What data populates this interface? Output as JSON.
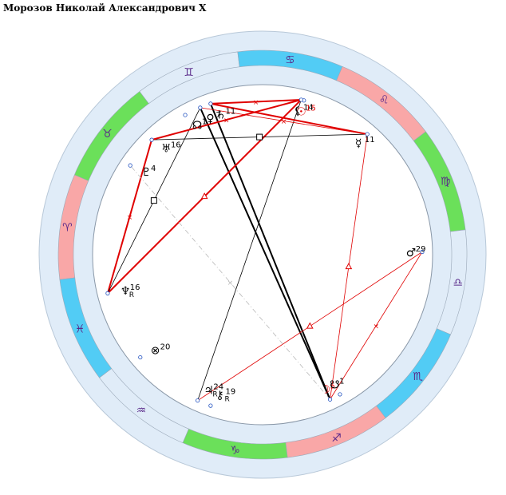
{
  "title": "Морозов Николай Александрович X",
  "colors": {
    "fire": "#f9a7a7",
    "earth": "#6be05a",
    "air": "#ffffff",
    "water": "#52ccf5",
    "ring": "#e0ecf8",
    "sign_glyph": "#5a2a8a",
    "red_aspect": "#e00000",
    "black_aspect": "#000000",
    "gray_aspect": "#b8b8b8",
    "sun_moon": "#e00000"
  },
  "signs": [
    {
      "name": "Aries",
      "glyph": "♈",
      "element": "fire"
    },
    {
      "name": "Taurus",
      "glyph": "♉",
      "element": "earth"
    },
    {
      "name": "Gemini",
      "glyph": "♊",
      "element": "air"
    },
    {
      "name": "Cancer",
      "glyph": "♋",
      "element": "water"
    },
    {
      "name": "Leo",
      "glyph": "♌",
      "element": "fire"
    },
    {
      "name": "Virgo",
      "glyph": "♍",
      "element": "earth"
    },
    {
      "name": "Libra",
      "glyph": "♎",
      "element": "air"
    },
    {
      "name": "Scorpio",
      "glyph": "♏",
      "element": "water"
    },
    {
      "name": "Sagittarius",
      "glyph": "♐",
      "element": "fire"
    },
    {
      "name": "Capricorn",
      "glyph": "♑",
      "element": "earth"
    },
    {
      "name": "Aquarius",
      "glyph": "♒",
      "element": "air"
    },
    {
      "name": "Pisces",
      "glyph": "♓",
      "element": "water"
    }
  ],
  "planets": [
    {
      "id": "sun",
      "glyph": "☉",
      "degree": "15",
      "retro": "",
      "color": "sun_moon",
      "lon": 105
    },
    {
      "id": "moon",
      "glyph": "☽",
      "degree": "5",
      "retro": "",
      "color": "sun_moon",
      "lon": 245
    },
    {
      "id": "mercury",
      "glyph": "☿",
      "degree": "11",
      "retro": "",
      "color": "black_aspect",
      "lon": 131
    },
    {
      "id": "venus",
      "glyph": "♀",
      "degree": "7",
      "retro": "",
      "color": "black_aspect",
      "lon": 67
    },
    {
      "id": "mars",
      "glyph": "♂",
      "degree": "29",
      "retro": "",
      "color": "black_aspect",
      "lon": 179
    },
    {
      "id": "jupiter",
      "glyph": "♃",
      "degree": "24",
      "retro": "R",
      "color": "black_aspect",
      "lon": 294
    },
    {
      "id": "saturn",
      "glyph": "♄",
      "degree": "11",
      "retro": "",
      "color": "black_aspect",
      "lon": 71
    },
    {
      "id": "uranus",
      "glyph": "♅",
      "degree": "16",
      "retro": "",
      "color": "black_aspect",
      "lon": 46
    },
    {
      "id": "neptune",
      "glyph": "♆",
      "degree": "16",
      "retro": "R",
      "color": "black_aspect",
      "lon": 346
    },
    {
      "id": "pluto",
      "glyph": "♇",
      "degree": "4",
      "retro": "",
      "color": "black_aspect",
      "lon": 34
    },
    {
      "id": "north_node",
      "glyph": "☊",
      "degree": "1",
      "retro": "",
      "color": "black_aspect",
      "lon": 61
    },
    {
      "id": "south_node",
      "glyph": "☋",
      "degree": "1",
      "retro": "",
      "color": "black_aspect",
      "lon": 241
    },
    {
      "id": "chiron",
      "glyph": "⚷",
      "degree": "19",
      "retro": "R",
      "color": "black_aspect",
      "lon": 289
    },
    {
      "id": "lilith",
      "glyph": "⚸",
      "degree": "14",
      "retro": "",
      "color": "black_aspect",
      "lon": 104
    },
    {
      "id": "fortune",
      "glyph": "⊗",
      "degree": "20",
      "retro": "",
      "color": "black_aspect",
      "lon": 320
    }
  ],
  "aspects": [
    {
      "from": "moon",
      "to": "mars",
      "kind": "sextile",
      "color": "red_aspect",
      "heavy": false
    },
    {
      "from": "moon",
      "to": "mercury",
      "kind": "trine",
      "color": "red_aspect",
      "heavy": false
    },
    {
      "from": "moon",
      "to": "venus",
      "kind": "",
      "color": "black_aspect",
      "heavy": true
    },
    {
      "from": "moon",
      "to": "saturn",
      "kind": "",
      "color": "black_aspect",
      "heavy": true
    },
    {
      "from": "jupiter",
      "to": "lilith",
      "kind": "",
      "color": "black_aspect",
      "heavy": false
    },
    {
      "from": "mars",
      "to": "jupiter",
      "kind": "trine",
      "color": "red_aspect",
      "heavy": false
    },
    {
      "from": "neptune",
      "to": "lilith",
      "kind": "trine",
      "color": "red_aspect",
      "heavy": true
    },
    {
      "from": "neptune",
      "to": "uranus",
      "kind": "sextile",
      "color": "red_aspect",
      "heavy": true
    },
    {
      "from": "neptune",
      "to": "venus",
      "kind": "square",
      "color": "black_aspect",
      "heavy": false
    },
    {
      "from": "uranus",
      "to": "mercury",
      "kind": "square",
      "color": "black_aspect",
      "heavy": false
    },
    {
      "from": "uranus",
      "to": "lilith",
      "kind": "sextile",
      "color": "red_aspect",
      "heavy": true
    },
    {
      "from": "venus",
      "to": "mercury",
      "kind": "sextile",
      "color": "red_aspect",
      "heavy": false
    },
    {
      "from": "saturn",
      "to": "mercury",
      "kind": "",
      "color": "red_aspect",
      "heavy": true
    },
    {
      "from": "saturn",
      "to": "lilith",
      "kind": "sextile",
      "color": "red_aspect",
      "heavy": true
    },
    {
      "from": "moon",
      "to": "pluto",
      "kind": "semisextile",
      "color": "gray_aspect",
      "heavy": false
    }
  ]
}
